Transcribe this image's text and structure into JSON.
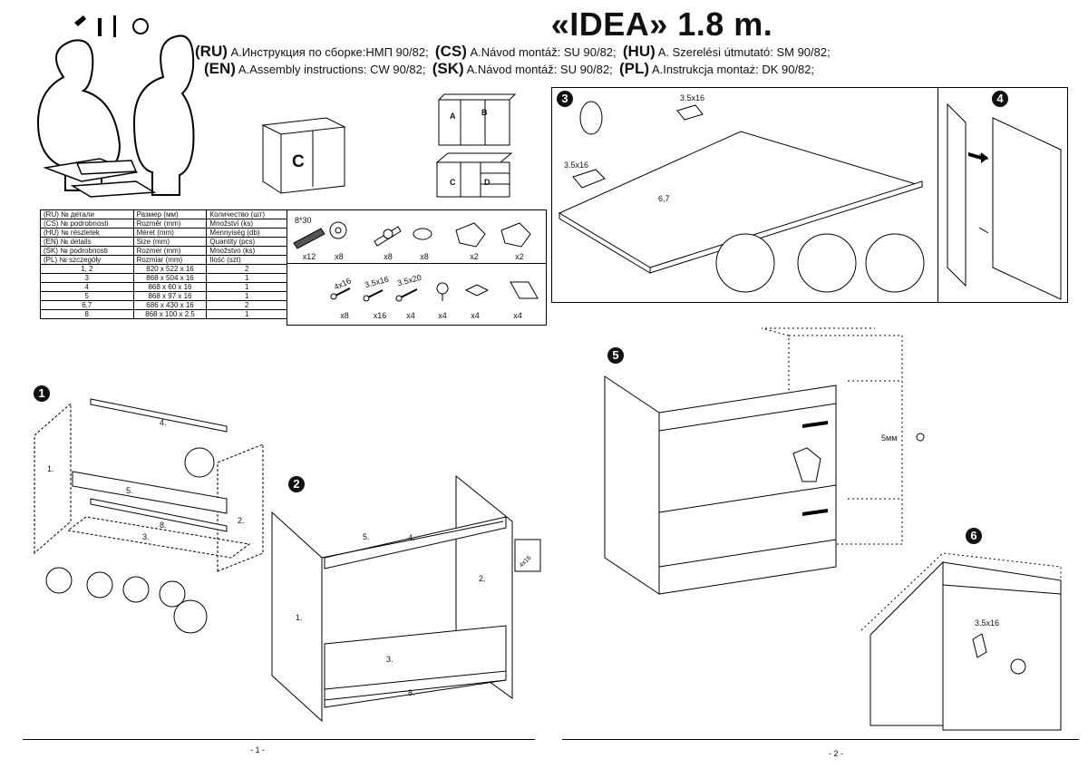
{
  "header": {
    "title": "«IDEA» 1.8 m.",
    "instructions": [
      [
        {
          "code": "(RU)",
          "text": "А.Инструкция по сборке:НМП 90/82;"
        },
        {
          "code": "(CS)",
          "text": "A.Návod montáž: SU 90/82;"
        },
        {
          "code": "(HU)",
          "text": "A. Szerelési útmutató: SM 90/82;"
        }
      ],
      [
        {
          "code": "(EN)",
          "text": "A.Assembly instructions: CW 90/82;"
        },
        {
          "code": "(SK)",
          "text": "A.Návod montáž: SU 90/82;"
        },
        {
          "code": "(PL)",
          "text": "A.Instrukcja montaż: DK 90/82;"
        }
      ]
    ]
  },
  "overview": {
    "cabinet_label": "C",
    "upper_labels": [
      "A",
      "B"
    ],
    "lower_labels": [
      "C",
      "D"
    ]
  },
  "parts_table": {
    "header_rows": [
      [
        "(RU)  № детали",
        "Размер  (мм)",
        "Количество (шт)"
      ],
      [
        "(CS)  № podrobnosti",
        "Rozměr (mm)",
        "Množství (ks)"
      ],
      [
        "(HU)  № részletek",
        "Méret (mm)",
        "Mennyiség (db)"
      ],
      [
        "(EN)  № details",
        "Size (mm)",
        "Quantity  (pcs)"
      ],
      [
        "(SK)  № podrobnosti",
        "Rozmer (mm)",
        "Množstvo (ks)"
      ],
      [
        "(PL)  № szczegóły",
        "Rozmiar (mm)",
        "Ilość (szt)"
      ]
    ],
    "rows": [
      [
        "1, 2",
        "820 x 522 x 16",
        "2"
      ],
      [
        "3",
        "868 x 504 x 16",
        "1"
      ],
      [
        "4",
        "868 x 60 x 16",
        "1"
      ],
      [
        "5",
        "868 x 97 x 16",
        "1"
      ],
      [
        "6,7",
        "686 x 430 x 16",
        "2"
      ],
      [
        "8",
        "868 x 100 x 2.5",
        "1"
      ]
    ]
  },
  "hardware": {
    "top": [
      {
        "label": "8*30",
        "qty": "x12"
      },
      {
        "label": "",
        "qty": "x8"
      },
      {
        "label": "",
        "qty": "x8"
      },
      {
        "label": "",
        "qty": "x8"
      },
      {
        "label": "",
        "qty": "x2"
      },
      {
        "label": "",
        "qty": "x2"
      }
    ],
    "bottom": [
      {
        "label": "4x16",
        "qty": "x8"
      },
      {
        "label": "3.5x16",
        "qty": "x16"
      },
      {
        "label": "3.5x20",
        "qty": "x4"
      },
      {
        "label": "",
        "qty": "x4"
      },
      {
        "label": "",
        "qty": "x4"
      },
      {
        "label": "",
        "qty": "x4"
      }
    ]
  },
  "steps": {
    "s1": {
      "num": "1",
      "labels": [
        "1.",
        "4.",
        "5.",
        "2.",
        "8.",
        "3."
      ]
    },
    "s2": {
      "num": "2",
      "labels": [
        "5.",
        "4.",
        "2.",
        "1.",
        "3.",
        "8."
      ],
      "screw": "4x16"
    },
    "s3": {
      "num": "3",
      "screw_a": "3.5x16",
      "screw_b": "3.5x16",
      "panel": "6,7"
    },
    "s4": {
      "num": "4"
    },
    "s5": {
      "num": "5",
      "depth": "5мм"
    },
    "s6": {
      "num": "6",
      "screw": "3.5x16"
    }
  },
  "footer": {
    "page1": "- 1 -",
    "page2": "- 2 -"
  }
}
